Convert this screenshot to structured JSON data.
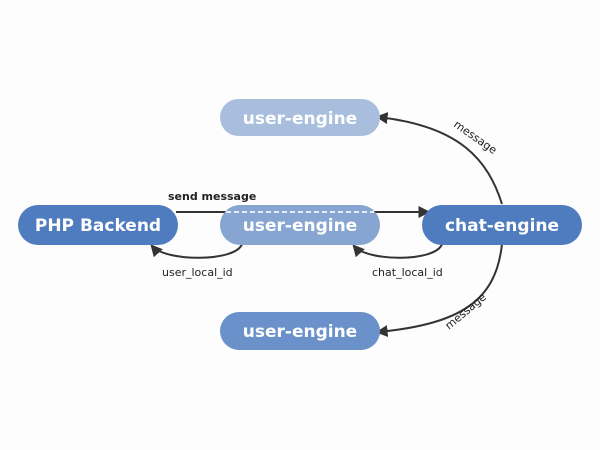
{
  "nodes": {
    "php_backend": {
      "label": "PHP Backend",
      "color": "#4f7bbf"
    },
    "user_engine_top": {
      "label": "user-engine",
      "color": "#a8bedc"
    },
    "user_engine_middle": {
      "label": "user-engine",
      "color": "#86a6d1"
    },
    "chat_engine": {
      "label": "chat-engine",
      "color": "#4f7bbf"
    },
    "user_engine_bottom": {
      "label": "user-engine",
      "color": "#6a91c9"
    }
  },
  "edges": {
    "send_message": {
      "label": "send message"
    },
    "user_local_id": {
      "label": "user_local_id"
    },
    "chat_local_id": {
      "label": "chat_local_id"
    },
    "message_top": {
      "label": "message"
    },
    "message_bottom": {
      "label": "message"
    }
  },
  "colors": {
    "arrow": "#333333",
    "dashed_line": "#e6ecf5"
  }
}
